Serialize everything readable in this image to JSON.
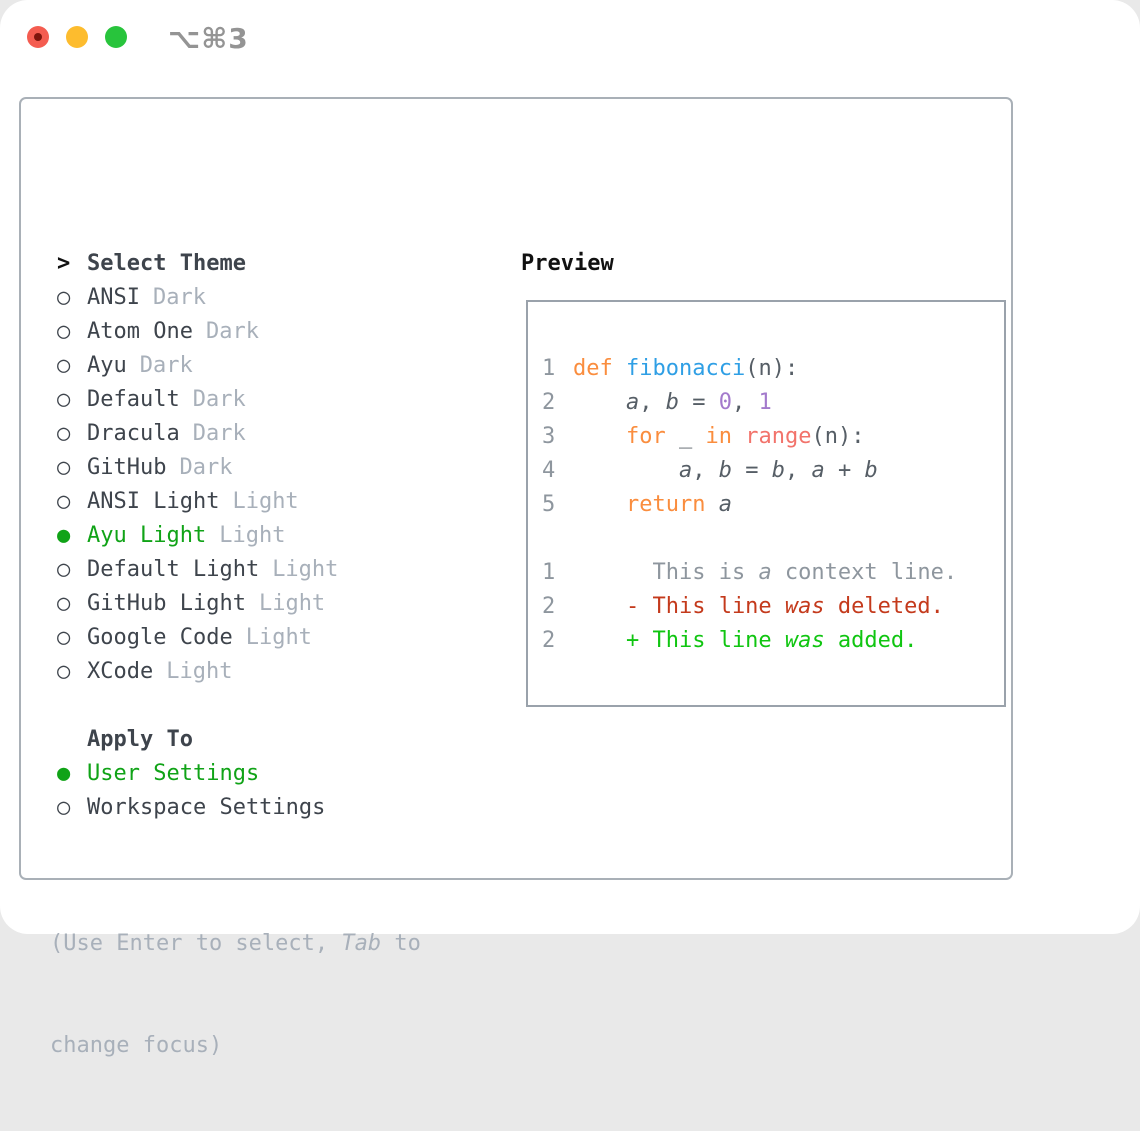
{
  "titlebar": {
    "shortcut": "⌥⌘3",
    "traffic_lights": [
      "close",
      "minimize",
      "maximize"
    ]
  },
  "colors": {
    "selection_green": "#10a317",
    "diff_added_green": "#10c511",
    "diff_deleted_red": "#c43a1c",
    "keyword_orange": "#fa8d3e",
    "function_blue": "#2f9fe5",
    "number_purple": "#a37acc",
    "call_coral": "#f2736b",
    "code_plain": "#565e66",
    "muted_gray": "#a8b0ba",
    "line_number_gray": "#8e969e",
    "panel_border": "#a9b0b7",
    "traffic_red": "#f45c50",
    "traffic_yellow": "#fdbc2e",
    "traffic_green": "#28c43c"
  },
  "theme_list": {
    "header": "Select Theme",
    "header_prefix": ">",
    "items": [
      {
        "label": "ANSI",
        "tag": "Dark",
        "selected": false
      },
      {
        "label": "Atom One",
        "tag": "Dark",
        "selected": false
      },
      {
        "label": "Ayu",
        "tag": "Dark",
        "selected": false
      },
      {
        "label": "Default",
        "tag": "Dark",
        "selected": false
      },
      {
        "label": "Dracula",
        "tag": "Dark",
        "selected": false
      },
      {
        "label": "GitHub",
        "tag": "Dark",
        "selected": false
      },
      {
        "label": "ANSI Light",
        "tag": "Light",
        "selected": false
      },
      {
        "label": "Ayu Light",
        "tag": "Light",
        "selected": true
      },
      {
        "label": "Default Light",
        "tag": "Light",
        "selected": false
      },
      {
        "label": "GitHub Light",
        "tag": "Light",
        "selected": false
      },
      {
        "label": "Google Code",
        "tag": "Light",
        "selected": false
      },
      {
        "label": "XCode",
        "tag": "Light",
        "selected": false
      }
    ]
  },
  "apply_to": {
    "header": "Apply To",
    "options": [
      {
        "label": "User Settings",
        "selected": true
      },
      {
        "label": "Workspace Settings",
        "selected": false
      }
    ]
  },
  "hint": {
    "line1_pre": "(Use Enter to select, ",
    "line1_italic": "Tab",
    "line1_post": " to",
    "line2": "change focus)"
  },
  "preview": {
    "header": "Preview",
    "code_lines": [
      {
        "n": "1",
        "segs": [
          {
            "t": "def",
            "c": "kw"
          },
          {
            "t": " ",
            "c": "plain"
          },
          {
            "t": "fibonacci",
            "c": "fn"
          },
          {
            "t": "(n):",
            "c": "plain"
          }
        ]
      },
      {
        "n": "2",
        "segs": [
          {
            "t": "    ",
            "c": "plain"
          },
          {
            "t": "a",
            "c": "plain",
            "i": true
          },
          {
            "t": ", ",
            "c": "plain"
          },
          {
            "t": "b",
            "c": "plain",
            "i": true
          },
          {
            "t": " = ",
            "c": "plain"
          },
          {
            "t": "0",
            "c": "num"
          },
          {
            "t": ", ",
            "c": "plain"
          },
          {
            "t": "1",
            "c": "num"
          }
        ]
      },
      {
        "n": "3",
        "segs": [
          {
            "t": "    ",
            "c": "plain"
          },
          {
            "t": "for",
            "c": "kw"
          },
          {
            "t": " _ ",
            "c": "plain"
          },
          {
            "t": "in",
            "c": "kw"
          },
          {
            "t": " ",
            "c": "plain"
          },
          {
            "t": "range",
            "c": "call"
          },
          {
            "t": "(n):",
            "c": "plain"
          }
        ]
      },
      {
        "n": "4",
        "segs": [
          {
            "t": "        ",
            "c": "plain"
          },
          {
            "t": "a",
            "c": "plain",
            "i": true
          },
          {
            "t": ", ",
            "c": "plain"
          },
          {
            "t": "b",
            "c": "plain",
            "i": true
          },
          {
            "t": " = ",
            "c": "plain"
          },
          {
            "t": "b",
            "c": "plain",
            "i": true
          },
          {
            "t": ", ",
            "c": "plain"
          },
          {
            "t": "a",
            "c": "plain",
            "i": true
          },
          {
            "t": " + ",
            "c": "plain"
          },
          {
            "t": "b",
            "c": "plain",
            "i": true
          }
        ]
      },
      {
        "n": "5",
        "segs": [
          {
            "t": "    ",
            "c": "plain"
          },
          {
            "t": "return",
            "c": "kw"
          },
          {
            "t": " ",
            "c": "plain"
          },
          {
            "t": "a",
            "c": "plain",
            "i": true
          }
        ]
      },
      {
        "n": "",
        "segs": []
      },
      {
        "n": "1",
        "segs": [
          {
            "t": "      This is ",
            "c": "ctx"
          },
          {
            "t": "a",
            "c": "ctx",
            "i": true
          },
          {
            "t": " context line.",
            "c": "ctx"
          }
        ]
      },
      {
        "n": "2",
        "segs": [
          {
            "t": "    - This line ",
            "c": "del"
          },
          {
            "t": "was",
            "c": "del",
            "i": true
          },
          {
            "t": " deleted.",
            "c": "del"
          }
        ]
      },
      {
        "n": "2",
        "segs": [
          {
            "t": "    + This line ",
            "c": "add"
          },
          {
            "t": "was",
            "c": "add",
            "i": true
          },
          {
            "t": " added.",
            "c": "add"
          }
        ]
      }
    ]
  }
}
